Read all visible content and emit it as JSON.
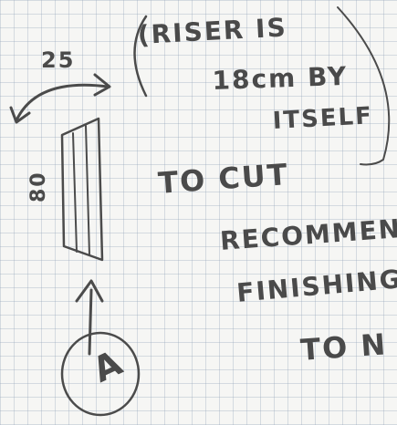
{
  "sketch": {
    "dimension_width": "25",
    "dimension_height": "80",
    "note_line_1": "(RISER IS",
    "note_line_2": "18cm BY",
    "note_line_3": "ITSELF",
    "instruction_line_1": "TO CUT",
    "instruction_line_2": "RECOMMEN",
    "instruction_line_3": "FINISHING",
    "instruction_line_4": "TO N",
    "marker_label": "A"
  },
  "colors": {
    "paper": "#f6f6f4",
    "grid": "#a9b4c4",
    "pencil": "#4a4a4a"
  }
}
